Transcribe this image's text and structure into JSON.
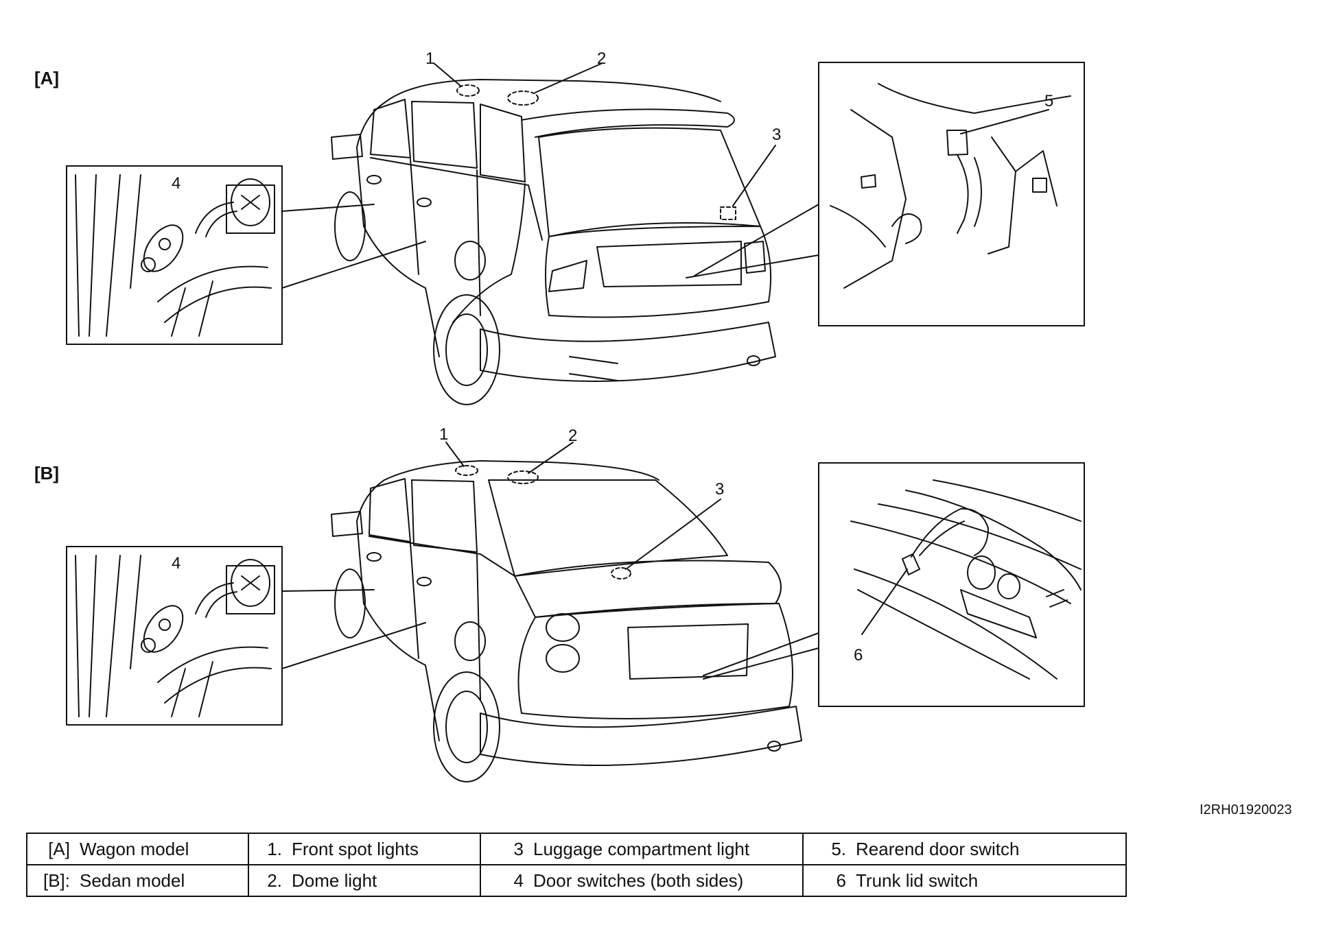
{
  "sections": {
    "a": {
      "tag": "[A]",
      "callouts": {
        "n1": "1",
        "n2": "2",
        "n3": "3",
        "n4": "4",
        "n5": "5"
      }
    },
    "b": {
      "tag": "[B]",
      "callouts": {
        "n1": "1",
        "n2": "2",
        "n3": "3",
        "n4": "4",
        "n6": "6"
      }
    }
  },
  "figure_code": "I2RH01920023",
  "legend": {
    "rows": [
      [
        {
          "key": "[A]",
          "text": "Wagon model"
        },
        {
          "key": "1.",
          "text": "Front spot lights"
        },
        {
          "key": "3",
          "text": "Luggage compartment light"
        },
        {
          "key": "5.",
          "text": "Rearend door switch"
        }
      ],
      [
        {
          "key": "[B]:",
          "text": "Sedan model"
        },
        {
          "key": "2.",
          "text": "Dome light"
        },
        {
          "key": "4",
          "text": "Door switches (both sides)"
        },
        {
          "key": "6",
          "text": "Trunk lid switch"
        }
      ]
    ]
  }
}
